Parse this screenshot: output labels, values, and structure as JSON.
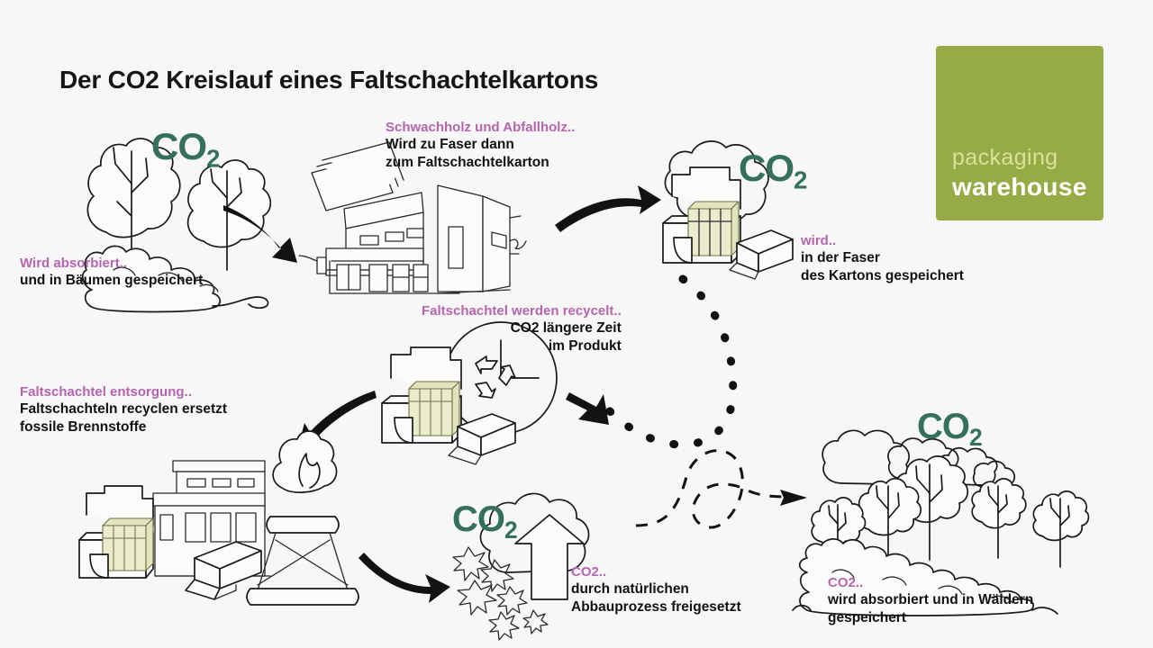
{
  "page": {
    "title": "Der CO2 Kreislauf eines Faltschachtelkartons",
    "background_color": "#f7f7f7"
  },
  "brand": {
    "logo_line1": "packaging",
    "logo_line2": "warehouse",
    "logo_bg_color": "#96ab46",
    "logo_line1_color": "#d7e19a",
    "logo_line2_color": "#ffffff"
  },
  "colors": {
    "kicker": "#b565ae",
    "body_text": "#121212",
    "co2_green": "#35705d",
    "ink": "#1a1a1a"
  },
  "co2_marks": {
    "main": "CO",
    "subscript": "2"
  },
  "callouts": {
    "fiber": {
      "kicker": "Schwachholz und Abfallholz..",
      "line1": "Wird zu Faser dann",
      "line2": "zum Faltschachtelkarton"
    },
    "absorb": {
      "kicker": "Wird absorbiert..",
      "line1": "und in Bäumen gespeichert",
      "line2": ""
    },
    "stored": {
      "kicker": "wird..",
      "line1": "in der Faser",
      "line2": "des Kartons gespeichert"
    },
    "recycled": {
      "kicker": "Faltschachtel werden recycelt..",
      "line1": "CO2 längere Zeit",
      "line2": "im Produkt"
    },
    "disposal": {
      "kicker": "Faltschachtel entsorgung..",
      "line1": "Faltschachteln recyclen ersetzt",
      "line2": "fossile Brennstoffe"
    },
    "release": {
      "kicker": "CO2..",
      "line1": "durch natürlichen",
      "line2": "Abbauprozess freigesetzt"
    },
    "forest": {
      "kicker": "CO2..",
      "line1": "wird absorbiert und in Wäldern",
      "line2": "gespeichert"
    }
  },
  "illustrations": {
    "trees_top_left": "forest-trees-illustration",
    "factory_top": "paper-mill-factory-illustration",
    "carton_top_right": "folding-carton-with-cloud-illustration",
    "recycle_clock": "recycling-clock-carton-illustration",
    "factory_flame": "incineration-plant-with-flame-illustration",
    "decomposition": "decomposition-cloud-arrow-illustration",
    "forest_bottom_right": "clouds-and-forest-illustration"
  },
  "connectors": {
    "arrow_trees_to_factory": "curved-arrow",
    "arrow_factory_to_carton": "curved-arrow",
    "dashed_carton_to_recycle": "dashed-curve-with-arrow",
    "arrow_recycle_to_factory": "curved-arrow",
    "arrow_factory_to_decomposition": "curved-arrow",
    "dashed_decomposition_to_forest": "dashed-loop-with-arrow"
  }
}
